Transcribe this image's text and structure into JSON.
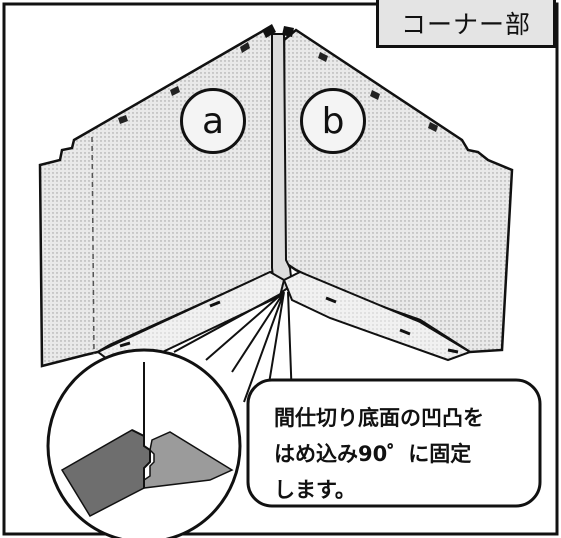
{
  "header": {
    "title": "コーナー部"
  },
  "panels": {
    "left_label": "a",
    "right_label": "b"
  },
  "callout": {
    "lines": [
      "間仕切り底面の凹凸を",
      "はめ込み90゜に固定",
      "します。"
    ]
  }
}
